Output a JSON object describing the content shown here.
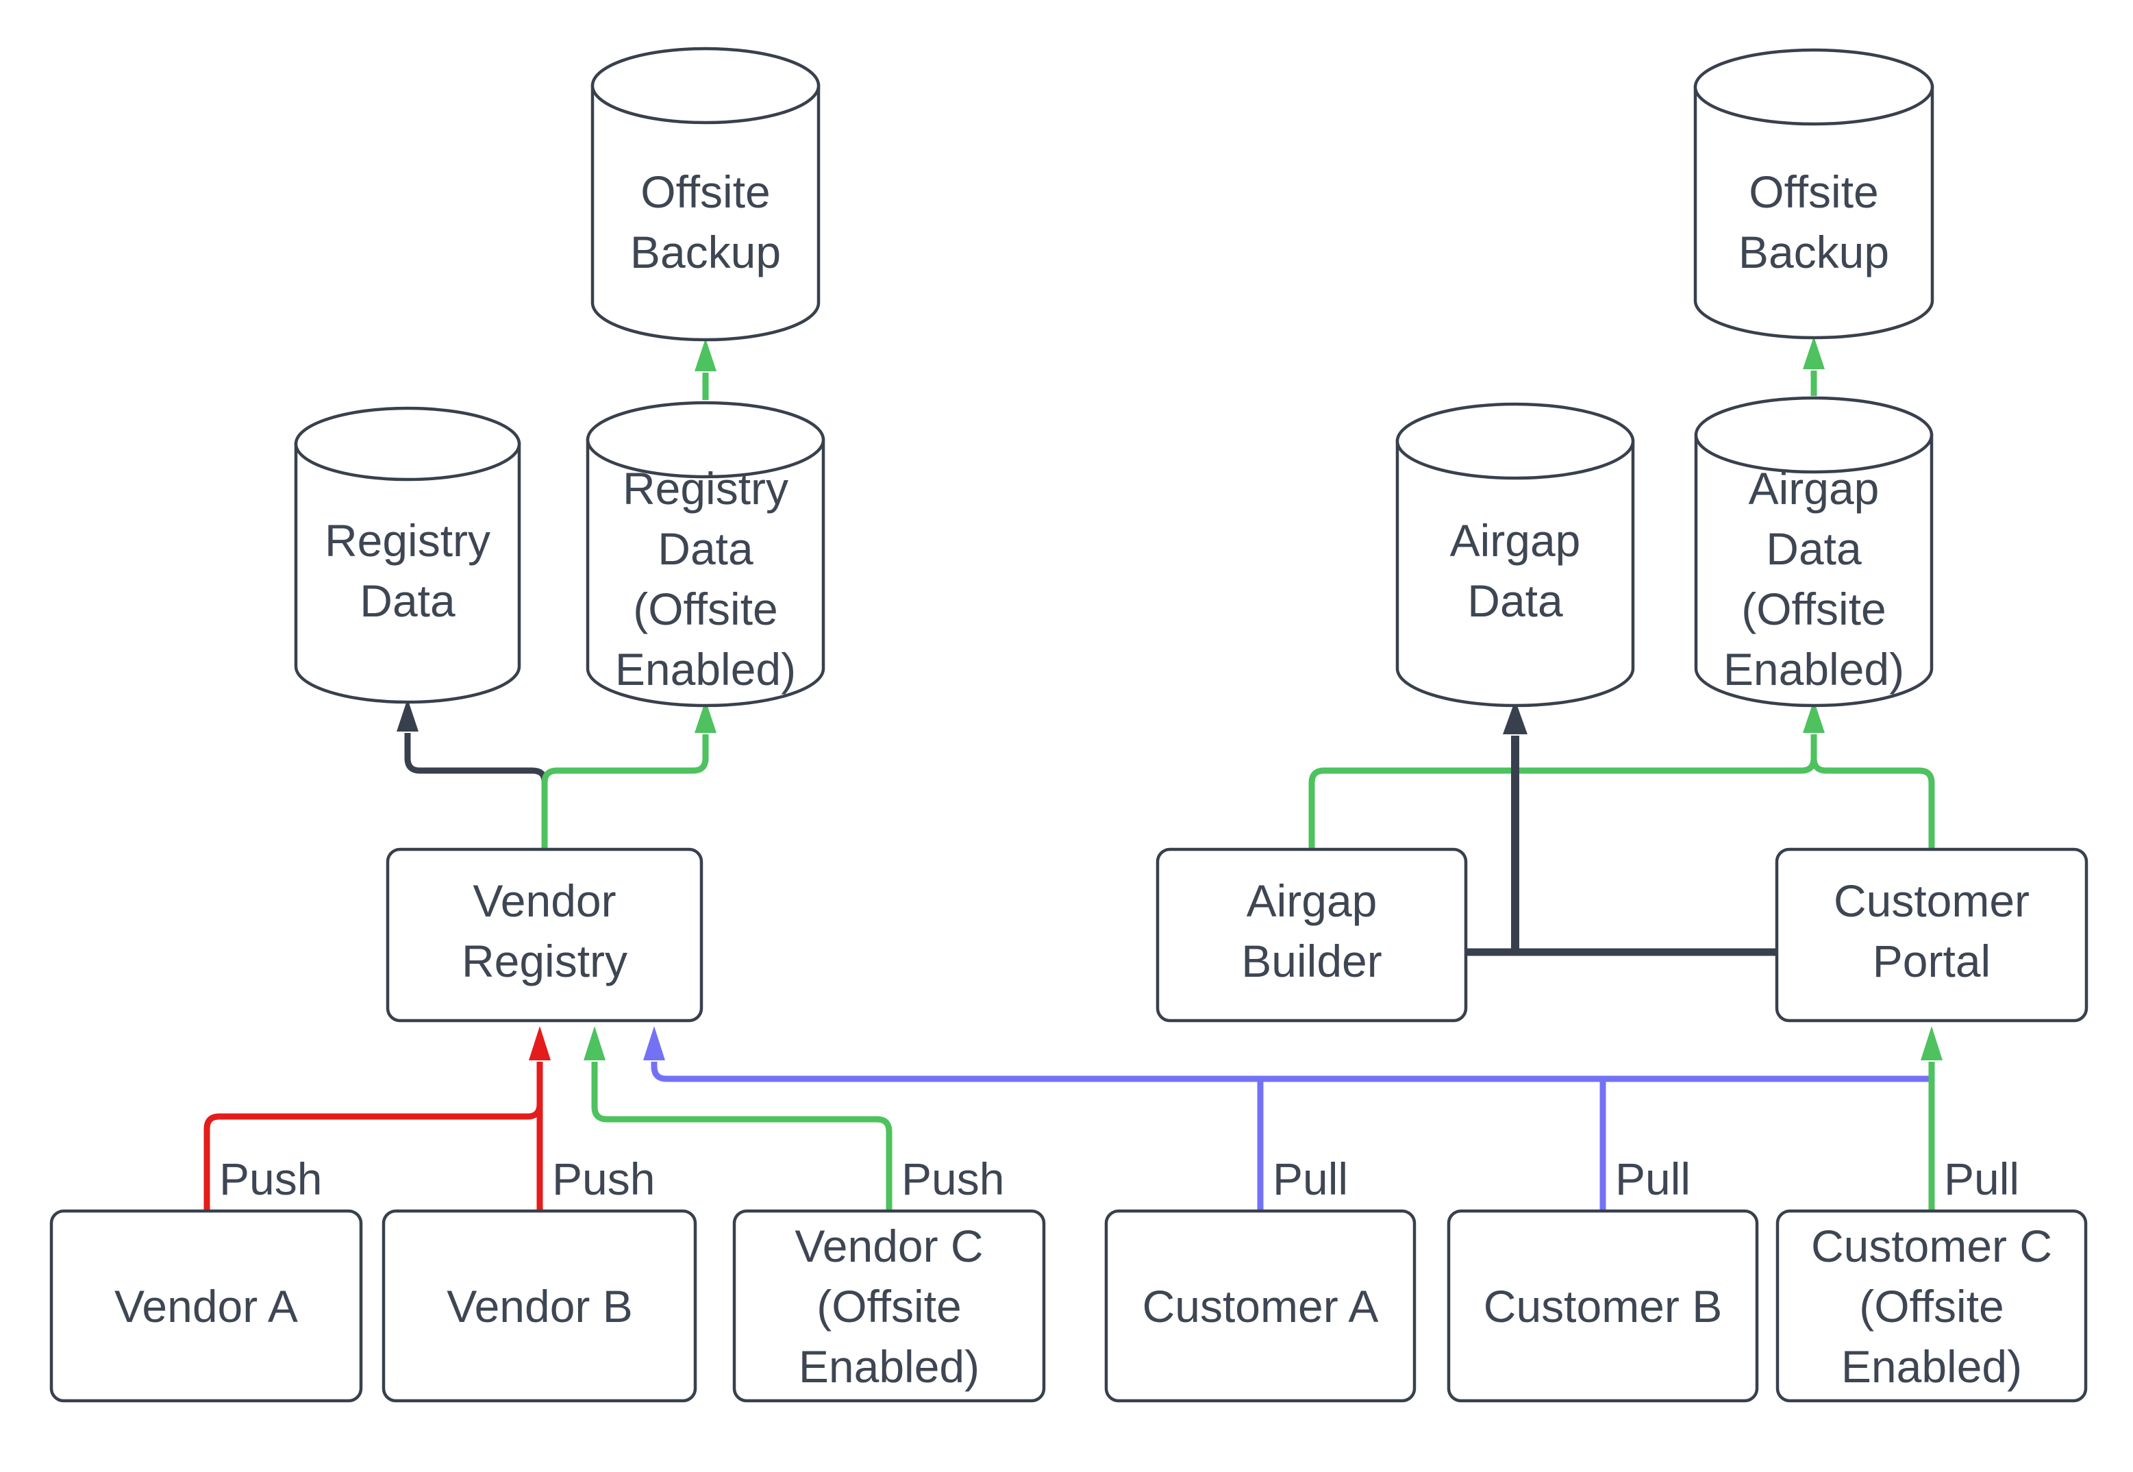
{
  "colors": {
    "stroke_dark": "#39404d",
    "green": "#4dc25e",
    "red": "#e51c1c",
    "blue": "#7472f4",
    "text": "#3e4653",
    "node_fill": "#ffffff",
    "background": "#ffffff"
  },
  "nodes": {
    "offsite_backup_left": {
      "type": "cylinder",
      "lines": [
        "Offsite",
        "Backup"
      ]
    },
    "registry_data": {
      "type": "cylinder",
      "lines": [
        "Registry",
        "Data"
      ]
    },
    "registry_data_offsite": {
      "type": "cylinder",
      "lines": [
        "Registry",
        "Data",
        "(Offsite",
        "Enabled)"
      ]
    },
    "vendor_registry": {
      "type": "box",
      "lines": [
        "Vendor",
        "Registry"
      ]
    },
    "vendor_a": {
      "type": "box",
      "lines": [
        "Vendor A"
      ]
    },
    "vendor_b": {
      "type": "box",
      "lines": [
        "Vendor B"
      ]
    },
    "vendor_c": {
      "type": "box",
      "lines": [
        "Vendor C",
        "(Offsite",
        "Enabled)"
      ]
    },
    "offsite_backup_right": {
      "type": "cylinder",
      "lines": [
        "Offsite",
        "Backup"
      ]
    },
    "airgap_data": {
      "type": "cylinder",
      "lines": [
        "Airgap",
        "Data"
      ]
    },
    "airgap_data_offsite": {
      "type": "cylinder",
      "lines": [
        "Airgap",
        "Data",
        "(Offsite",
        "Enabled)"
      ]
    },
    "airgap_builder": {
      "type": "box",
      "lines": [
        "Airgap",
        "Builder"
      ]
    },
    "customer_portal": {
      "type": "box",
      "lines": [
        "Customer",
        "Portal"
      ]
    },
    "customer_a": {
      "type": "box",
      "lines": [
        "Customer A"
      ]
    },
    "customer_b": {
      "type": "box",
      "lines": [
        "Customer B"
      ]
    },
    "customer_c": {
      "type": "box",
      "lines": [
        "Customer C",
        "(Offsite",
        "Enabled)"
      ]
    }
  },
  "edge_labels": {
    "push_a": "Push",
    "push_b": "Push",
    "push_c": "Push",
    "pull_a": "Pull",
    "pull_b": "Pull",
    "pull_c": "Pull"
  },
  "edges": [
    {
      "from": "vendor_a",
      "to": "vendor_registry",
      "label": "Push",
      "color": "red"
    },
    {
      "from": "vendor_b",
      "to": "vendor_registry",
      "label": "Push",
      "color": "red"
    },
    {
      "from": "vendor_c",
      "to": "vendor_registry",
      "label": "Push",
      "color": "green"
    },
    {
      "from": "vendor_registry",
      "to": "registry_data",
      "label": "",
      "color": "dark"
    },
    {
      "from": "vendor_registry",
      "to": "registry_data_offsite",
      "label": "",
      "color": "green"
    },
    {
      "from": "registry_data_offsite",
      "to": "offsite_backup_left",
      "label": "",
      "color": "green"
    },
    {
      "from": "customer_a",
      "to": "vendor_registry",
      "label": "Pull",
      "color": "blue"
    },
    {
      "from": "customer_b",
      "to": "vendor_registry",
      "label": "Pull",
      "color": "blue"
    },
    {
      "from": "customer_c",
      "to": "customer_portal",
      "label": "Pull",
      "color": "green"
    },
    {
      "from": "airgap_builder",
      "to": "customer_portal",
      "label": "",
      "color": "dark"
    },
    {
      "from": "airgap_builder",
      "to": "airgap_data",
      "label": "",
      "color": "dark"
    },
    {
      "from": "airgap_builder",
      "to": "airgap_data_offsite",
      "label": "",
      "color": "green"
    },
    {
      "from": "customer_portal",
      "to": "airgap_data_offsite",
      "label": "",
      "color": "green"
    },
    {
      "from": "airgap_data_offsite",
      "to": "offsite_backup_right",
      "label": "",
      "color": "green"
    }
  ]
}
